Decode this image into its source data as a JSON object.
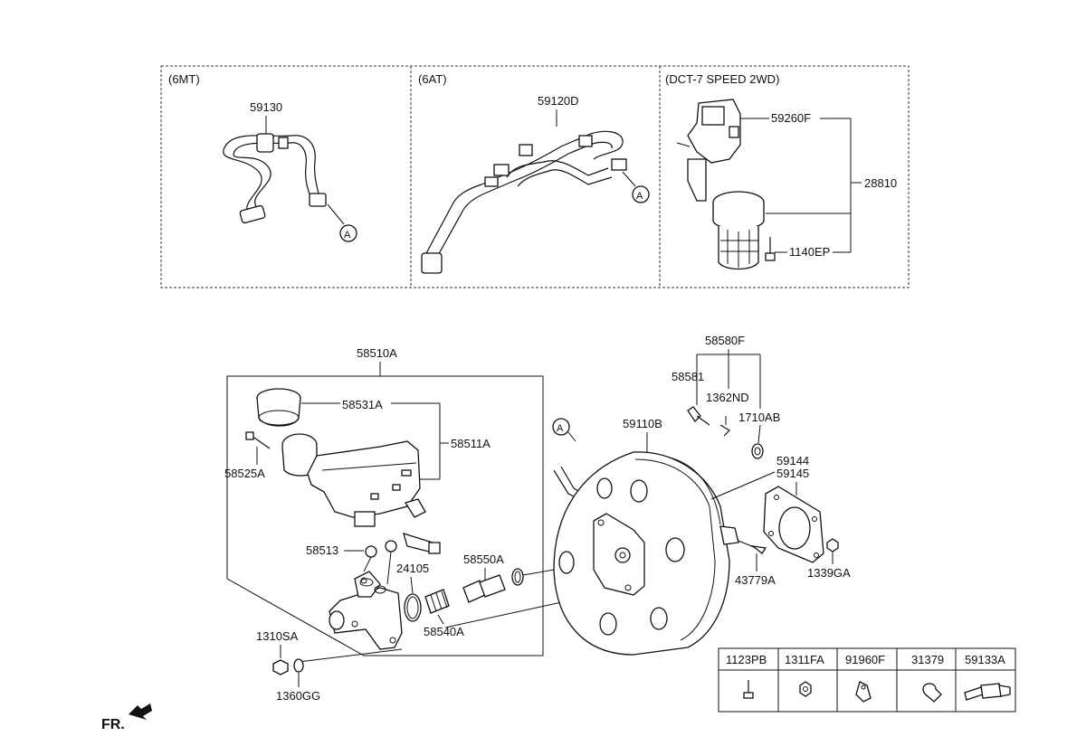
{
  "sections": [
    {
      "label": "(6MT)",
      "parts": [
        "59130"
      ],
      "ref": "A"
    },
    {
      "label": "(6AT)",
      "parts": [
        "59120D"
      ],
      "ref": "A"
    },
    {
      "label": "(DCT-7 SPEED 2WD)",
      "parts": [
        "59260F",
        "28810",
        "1140EP"
      ]
    }
  ],
  "main_parts": {
    "reservoir_assy": "58510A",
    "cap": "58531A",
    "reservoir": "58511A",
    "pin": "58525A",
    "grommet": "58513",
    "o_ring": "24105",
    "piston": "58550A",
    "seal": "58540A",
    "nut": "1310SA",
    "washer": "1360GG",
    "booster": "59110B",
    "ref_a": "A",
    "clevis_group": "58580F",
    "clevis_pin": "58581",
    "clip": "1362ND",
    "washer2": "1710AB",
    "gasket1": "59144",
    "gasket2": "59145",
    "check_valve": "43779A",
    "nut2": "1339GA"
  },
  "legend_table": [
    "1123PB",
    "1311FA",
    "91960F",
    "31379",
    "59133A"
  ],
  "front_label": "FR."
}
